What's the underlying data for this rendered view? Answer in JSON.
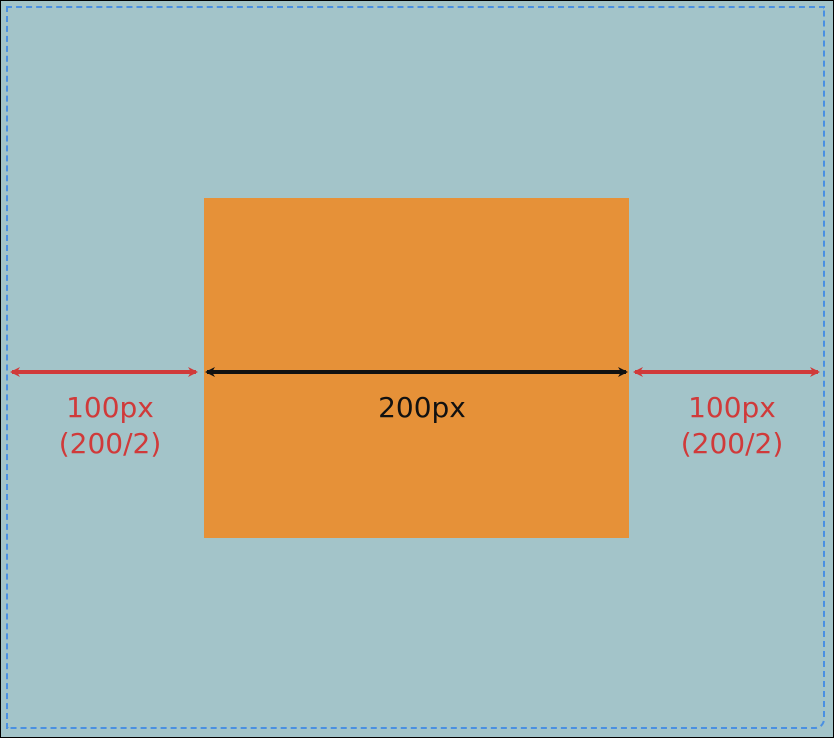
{
  "diagram": {
    "left_margin": {
      "value": "100px",
      "formula": "(200/2)"
    },
    "content_width": {
      "value": "200px"
    },
    "right_margin": {
      "value": "100px",
      "formula": "(200/2)"
    },
    "colors": {
      "outer_background": "#a3c4c9",
      "inner_box": "#e69138",
      "margin_arrow": "#d03a3a",
      "width_arrow": "#111111",
      "dashed_border": "#4a90e2"
    }
  }
}
